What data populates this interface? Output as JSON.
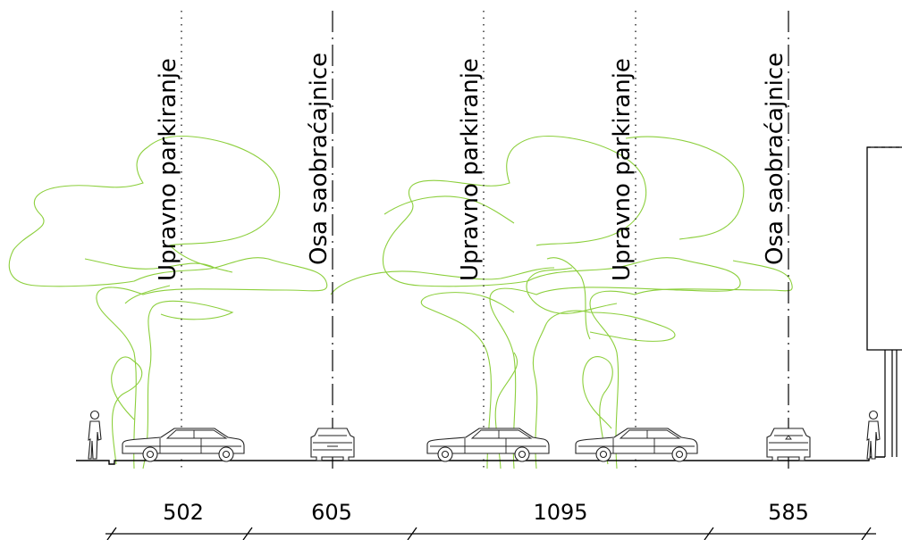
{
  "colors": {
    "tree_stroke": "#8ccf3c",
    "line": "#000000",
    "car_stroke": "#222222"
  },
  "axis_labels": [
    "Upravno parkiranje",
    "Osa saobraćajnice",
    "Upravno parkiranje",
    "Upravno parkiranje",
    "Osa saobraćajnice"
  ],
  "dimensions": [
    "502",
    "605",
    "1095",
    "585"
  ],
  "icons": [
    "person-icon",
    "car-side-icon",
    "car-front-icon",
    "car-rear-icon",
    "tree-outline-icon",
    "building-icon"
  ]
}
